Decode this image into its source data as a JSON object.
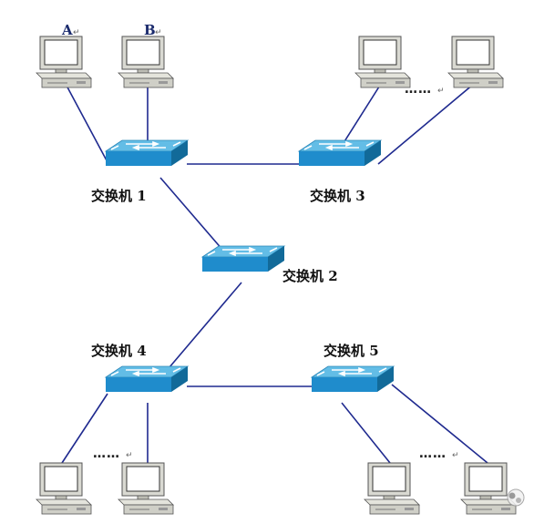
{
  "switches": {
    "s1": {
      "label": "交换机 1"
    },
    "s2": {
      "label": "交换机 2"
    },
    "s3": {
      "label": "交换机 3"
    },
    "s4": {
      "label": "交换机 4"
    },
    "s5": {
      "label": "交换机 5"
    }
  },
  "computers": {
    "a": {
      "label": "A"
    },
    "b": {
      "label": "B"
    }
  },
  "ellipsis": "……",
  "colors": {
    "link": "#1f2a8f",
    "switch_top": "#5fb7e0",
    "switch_front": "#1e8fc8",
    "switch_side": "#156e9e",
    "monitor": "#d8d8d0",
    "screen": "#ffffff"
  }
}
